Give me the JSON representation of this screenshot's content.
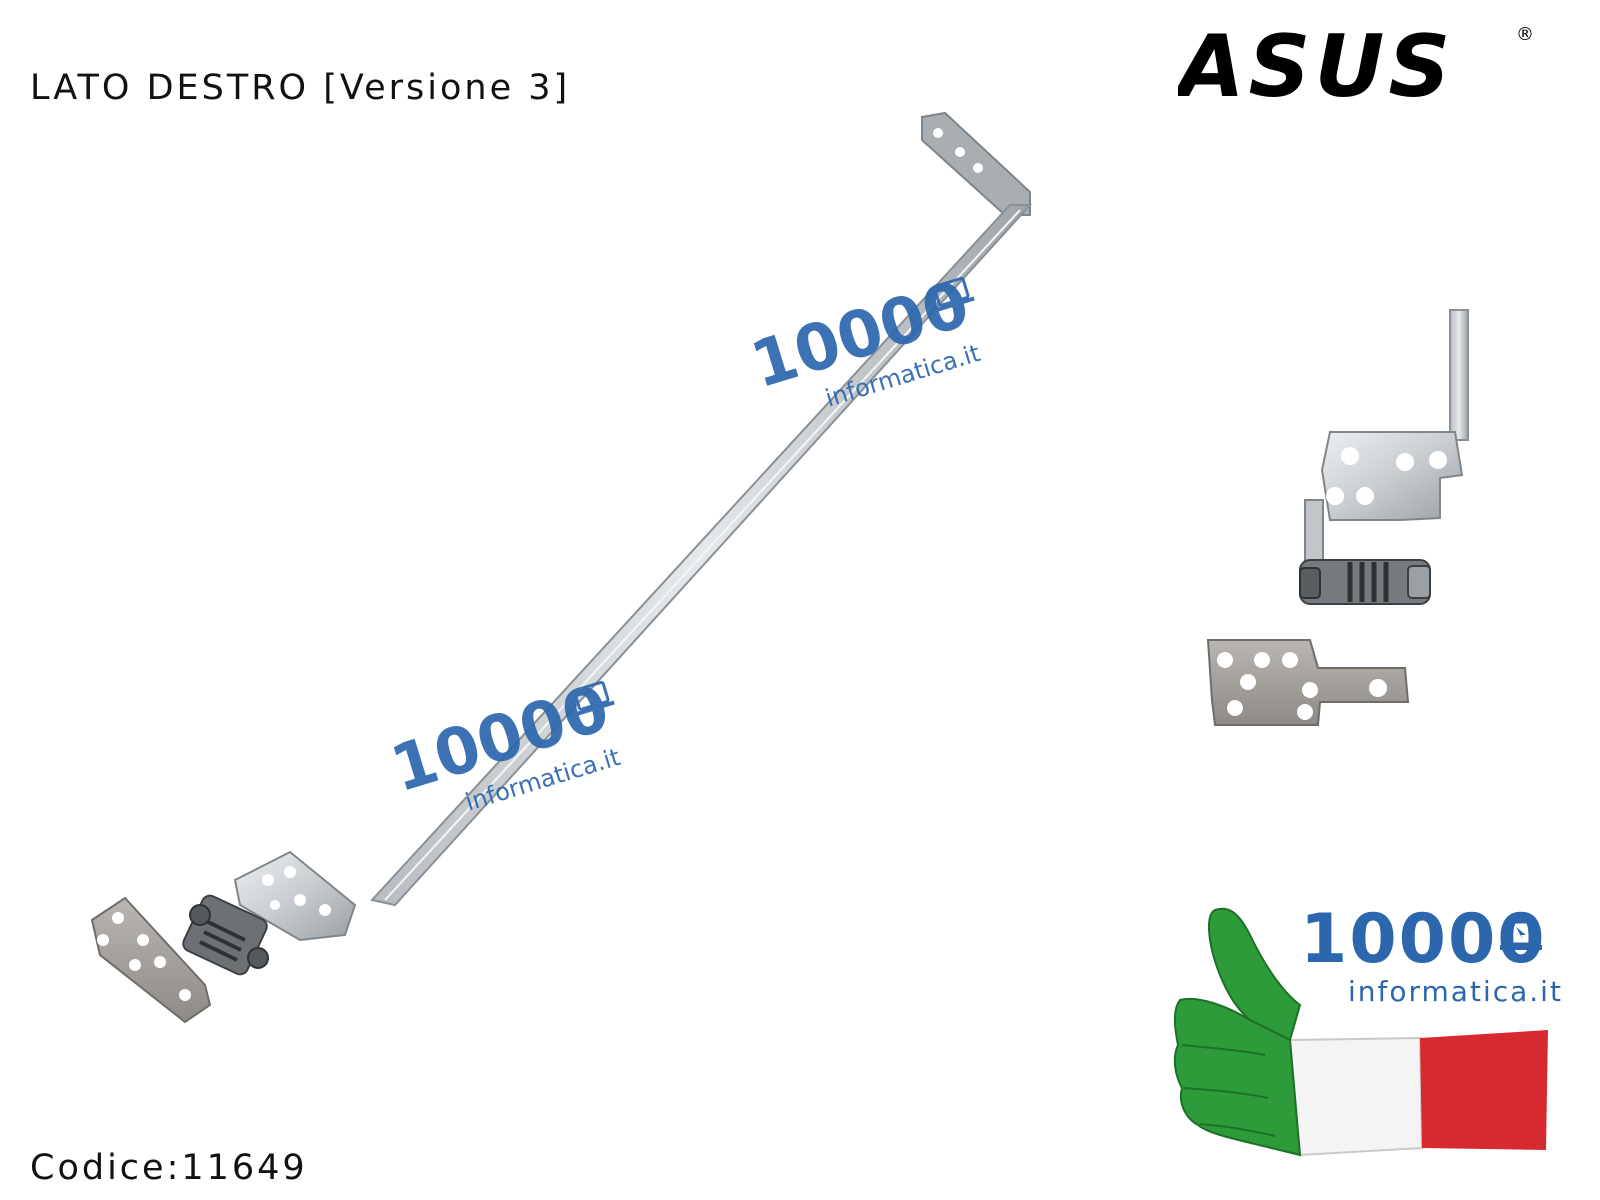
{
  "caption": {
    "side_label": "LATO DESTRO [Versione 3]",
    "product_code": "Codice:11649"
  },
  "brand": {
    "logo_text": "ASUS",
    "registered_mark": "®"
  },
  "watermark": {
    "number": "10000",
    "site": "informatica.it"
  },
  "colors": {
    "watermark_blue": "#2c67ad",
    "metal_light": "#d8dcdf",
    "metal_dark": "#8f9498",
    "flag_green": "#2e9b3a",
    "flag_white": "#f4f4f4",
    "flag_red": "#d72a30"
  },
  "icons": {
    "laptop_icon": "laptop-with-cursor-icon",
    "thumbs_up": "thumbs-up-flag-hand-icon"
  }
}
